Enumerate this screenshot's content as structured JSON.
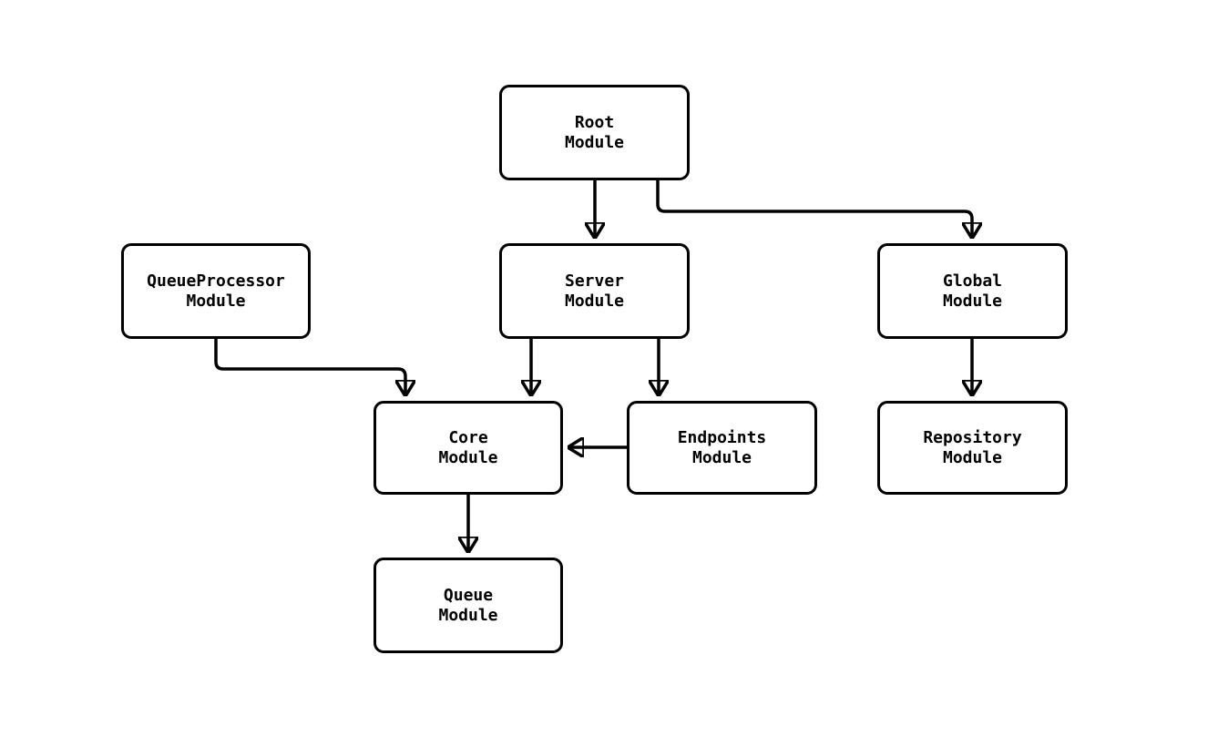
{
  "diagram": {
    "type": "module-dependency-graph",
    "background_color": "#ffffff",
    "stroke_color": "#000000",
    "nodes": {
      "root": {
        "line1": "Root",
        "line2": "Module"
      },
      "server": {
        "line1": "Server",
        "line2": "Module"
      },
      "queue_processor": {
        "line1": "QueueProcessor",
        "line2": "Module"
      },
      "global": {
        "line1": "Global",
        "line2": "Module"
      },
      "core": {
        "line1": "Core",
        "line2": "Module"
      },
      "endpoints": {
        "line1": "Endpoints",
        "line2": "Module"
      },
      "repository": {
        "line1": "Repository",
        "line2": "Module"
      },
      "queue": {
        "line1": "Queue",
        "line2": "Module"
      }
    },
    "edges": [
      {
        "from": "Root Module",
        "to": "Server Module"
      },
      {
        "from": "Root Module",
        "to": "Global Module"
      },
      {
        "from": "QueueProcessor Module",
        "to": "Core Module"
      },
      {
        "from": "Server Module",
        "to": "Core Module"
      },
      {
        "from": "Server Module",
        "to": "Endpoints Module"
      },
      {
        "from": "Endpoints Module",
        "to": "Core Module"
      },
      {
        "from": "Global Module",
        "to": "Repository Module"
      },
      {
        "from": "Core Module",
        "to": "Queue Module"
      }
    ]
  }
}
